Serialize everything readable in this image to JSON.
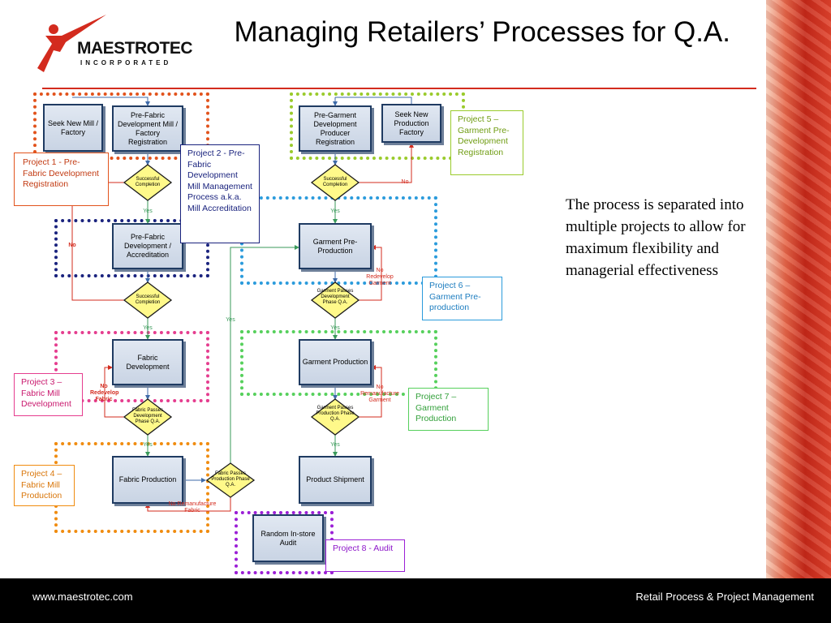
{
  "logo": {
    "name": "MAESTROTEC",
    "sub": "INCORPORATED"
  },
  "title": "Managing Retailers’ Processes for Q.A.",
  "description": "The process is separated into multiple projects to allow for maximum flexibility and managerial effectiveness",
  "footer": {
    "left": "www.maestrotec.com",
    "right": "Retail Process &  Project Management"
  },
  "colors": {
    "accent": "#d32b1e",
    "box_border": "#1f3b62"
  },
  "boxes": {
    "seek_new_mill": "Seek New Mill / Factory",
    "pre_fabric_dev_mill": "Pre-Fabric Development Mill / Factory Registration",
    "pre_fabric_accreditation": "Pre-Fabric Development / Accreditation",
    "fabric_development": "Fabric Development",
    "fabric_production": "Fabric Production",
    "pre_garment_dev": "Pre-Garment Development Producer Registration",
    "seek_new_production": "Seek New Production Factory",
    "garment_pre_production": "Garment Pre-Production",
    "garment_production": "Garment Production",
    "product_shipment": "Product Shipment",
    "random_audit": "Random In-store Audit"
  },
  "decisions": {
    "d1": "Successful Completion",
    "d2": "Successful Completion",
    "d3": "Fabric Passes Development Phase Q.A.",
    "d4": "Fabric Passes Production Phase Q.A.",
    "d5": "Successful Completion",
    "d6": "Garment Passes Development Phase Q.A.",
    "d7": "Garment Passes Production Phase Q.A."
  },
  "projects": {
    "p1": "Project 1 - Pre-Fabric Development Registration",
    "p2": "Project 2 - Pre-Fabric Development Mill Management Process a.k.a. Mill Accreditation",
    "p3": "Project 3 – Fabric Mill Development",
    "p4": "Project 4 – Fabric Mill Production",
    "p5": "Project 5 – Garment Pre-Development Registration",
    "p6": "Project 6 – Garment Pre-production",
    "p7": "Project 7 – Garment Production",
    "p8": "Project 8 - Audit"
  },
  "edge_labels": {
    "yes": "Yes",
    "no": "No",
    "no_redevelop_fabric": "No Redevelop Fabric",
    "no_remanufacture_fabric": "No Remanufacture Fabric",
    "no_redevelop_garment": "No Redevelop Garment",
    "no_remanufacture_garment": "No Remanufacture Garment"
  }
}
